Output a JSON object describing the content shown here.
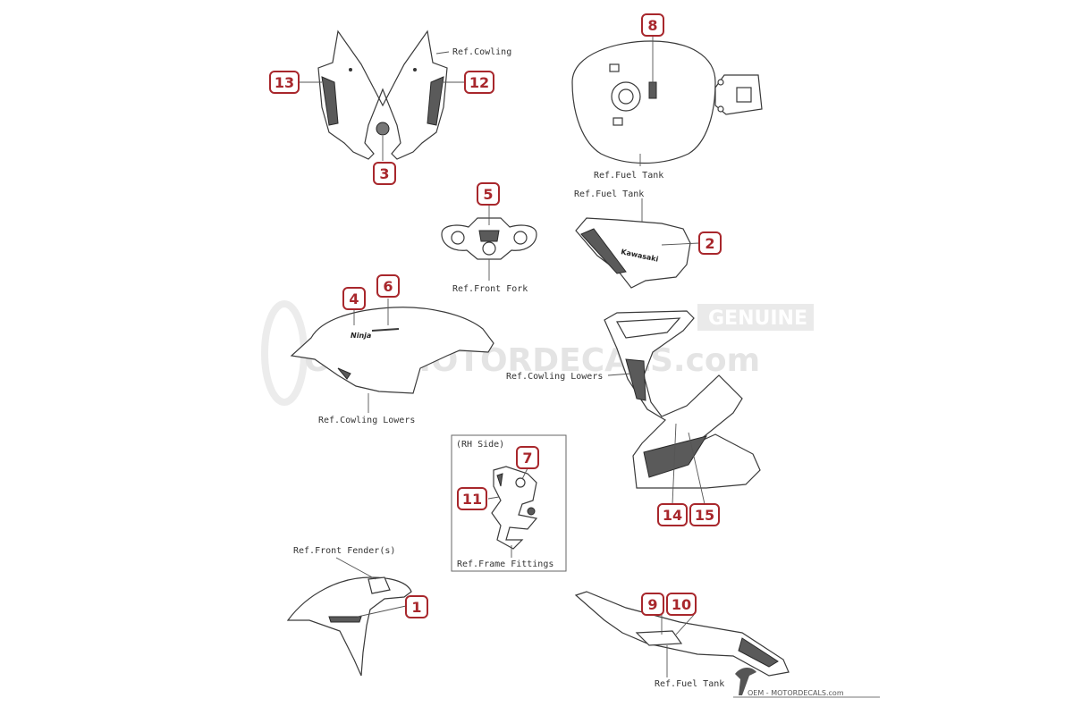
{
  "watermark": {
    "main": "OEM-MOTORDECALS.com",
    "badge": "GENUINE"
  },
  "footer": {
    "brand": "OEM - MOTORDECALS.com"
  },
  "callouts": [
    {
      "number": "1"
    },
    {
      "number": "2"
    },
    {
      "number": "3"
    },
    {
      "number": "4"
    },
    {
      "number": "5"
    },
    {
      "number": "6"
    },
    {
      "number": "7"
    },
    {
      "number": "8"
    },
    {
      "number": "9"
    },
    {
      "number": "10"
    },
    {
      "number": "11"
    },
    {
      "number": "12"
    },
    {
      "number": "13"
    },
    {
      "number": "14"
    },
    {
      "number": "15"
    }
  ],
  "labels": {
    "ref_cowling": "Ref.Cowling",
    "ref_fuel_tank_top": "Ref.Fuel Tank",
    "ref_fuel_tank_mid": "Ref.Fuel Tank",
    "ref_front_fork": "Ref.Front Fork",
    "ref_cowling_lowers_left": "Ref.Cowling Lowers",
    "ref_cowling_lowers_right": "Ref.Cowling Lowers",
    "ref_front_fenders": "Ref.Front Fender(s)",
    "ref_frame_fittings": "Ref.Frame Fittings",
    "ref_fuel_tank_bottom": "Ref.Fuel Tank",
    "rh_side": "(RH Side)"
  },
  "decals": {
    "tank_brand": "Kawasaki",
    "fairing_model": "Ninja"
  },
  "colors": {
    "callout": "#a8272c",
    "linework": "#3a3a3a"
  }
}
